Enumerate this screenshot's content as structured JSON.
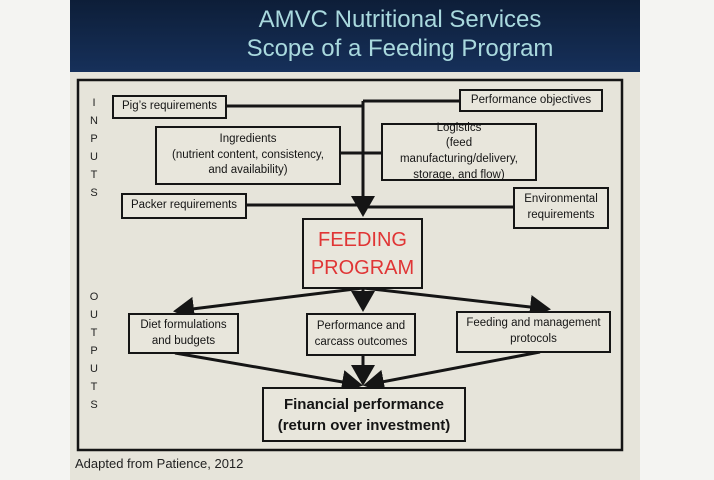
{
  "slide": {
    "title_line1": "AMVC Nutritional Services",
    "title_line2": "Scope of a Feeding Program",
    "inputs_label": [
      "I",
      "N",
      "P",
      "U",
      "T",
      "S"
    ],
    "outputs_label": [
      "O",
      "U",
      "T",
      "P",
      "U",
      "T",
      "S"
    ],
    "inputs": {
      "pigs_requirements": "Pig’s requirements",
      "performance_objectives": "Performance objectives",
      "ingredients_title": "Ingredients",
      "ingredients_detail": "(nutrient content, consistency, and availability)",
      "logistics_title": "Logistics",
      "logistics_detail": "(feed manufacturing/delivery, storage, and flow)",
      "packer_requirements": "Packer requirements",
      "environmental_requirements": "Environmental requirements"
    },
    "center": {
      "line1": "FEEDING",
      "line2": "PROGRAM"
    },
    "outputs": {
      "diet": "Diet formulations and budgets",
      "performance": "Performance and carcass outcomes",
      "feeding_management": "Feeding and management protocols"
    },
    "final": {
      "line1": "Financial performance",
      "line2": "(return over investment)"
    },
    "citation": "Adapted from Patience, 2012",
    "colors": {
      "header": "#12274a",
      "title": "#a9d9de",
      "accent_red": "#e03535",
      "background": "#e6e4da"
    }
  }
}
